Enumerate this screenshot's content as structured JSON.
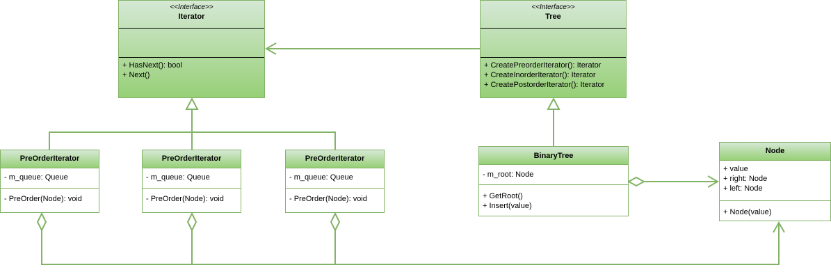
{
  "colors": {
    "stroke": "#82b366",
    "fill_top": "#d5e8d4",
    "fill_bottom": "#97d077"
  },
  "iterator": {
    "stereotype": "<<Interface>>",
    "name": "Iterator",
    "attributes": [],
    "methods": [
      "+ HasNext(): bool",
      "+ Next()"
    ]
  },
  "tree": {
    "stereotype": "<<Interface>>",
    "name": "Tree",
    "attributes": [],
    "methods": [
      "+ CreatePreorderIterator(): Iterator",
      "+ CreateInorderIterator(): Iterator",
      "+ CreatePostorderIterator(): Iterator"
    ]
  },
  "preorder_iterators": [
    {
      "name": "PreOrderIterator",
      "attributes": [
        "- m_queue: Queue"
      ],
      "methods": [
        "- PreOrder(Node): void"
      ]
    },
    {
      "name": "PreOrderIterator",
      "attributes": [
        "- m_queue: Queue"
      ],
      "methods": [
        "- PreOrder(Node): void"
      ]
    },
    {
      "name": "PreOrderIterator",
      "attributes": [
        "- m_queue: Queue"
      ],
      "methods": [
        "- PreOrder(Node): void"
      ]
    }
  ],
  "binary_tree": {
    "name": "BinaryTree",
    "attributes": [
      "- m_root: Node"
    ],
    "methods": [
      "+ GetRoot()",
      "+ Insert(value)"
    ]
  },
  "node": {
    "name": "Node",
    "attributes": [
      "+ value",
      "+ right: Node",
      "+ left: Node"
    ],
    "methods": [
      "+ Node(value)"
    ]
  },
  "relations": [
    {
      "from": "tree",
      "to": "iterator",
      "kind": "association"
    },
    {
      "from": "preorder_iterators.0",
      "to": "iterator",
      "kind": "realization"
    },
    {
      "from": "preorder_iterators.1",
      "to": "iterator",
      "kind": "realization"
    },
    {
      "from": "preorder_iterators.2",
      "to": "iterator",
      "kind": "realization"
    },
    {
      "from": "binary_tree",
      "to": "tree",
      "kind": "realization"
    },
    {
      "from": "binary_tree",
      "to": "node",
      "kind": "aggregation"
    },
    {
      "from": "preorder_iterators.0",
      "to": "node",
      "kind": "aggregation"
    },
    {
      "from": "preorder_iterators.1",
      "to": "node",
      "kind": "aggregation"
    },
    {
      "from": "preorder_iterators.2",
      "to": "node",
      "kind": "aggregation"
    }
  ]
}
